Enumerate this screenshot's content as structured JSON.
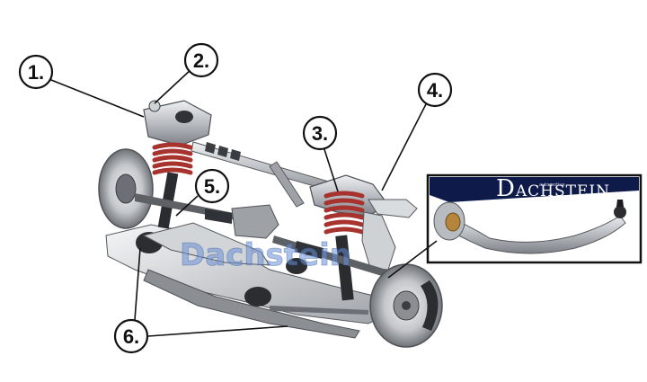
{
  "callouts": [
    {
      "id": "1",
      "label": "1."
    },
    {
      "id": "2",
      "label": "2."
    },
    {
      "id": "3",
      "label": "3."
    },
    {
      "id": "4",
      "label": "4."
    },
    {
      "id": "5",
      "label": "5."
    },
    {
      "id": "6",
      "label": "6."
    }
  ],
  "watermark": "Dachstein",
  "inset": {
    "brand_initial": "D",
    "brand_rest": "ACHSTEIN",
    "brand_small": "automotive"
  },
  "colors": {
    "spring": "#a8322e",
    "metal": "#c9ccd0",
    "metal_dark": "#6c7076",
    "inset_frame": "#111111",
    "inset_band": "#0d1a4a",
    "watermark": "#6a8fd6"
  }
}
